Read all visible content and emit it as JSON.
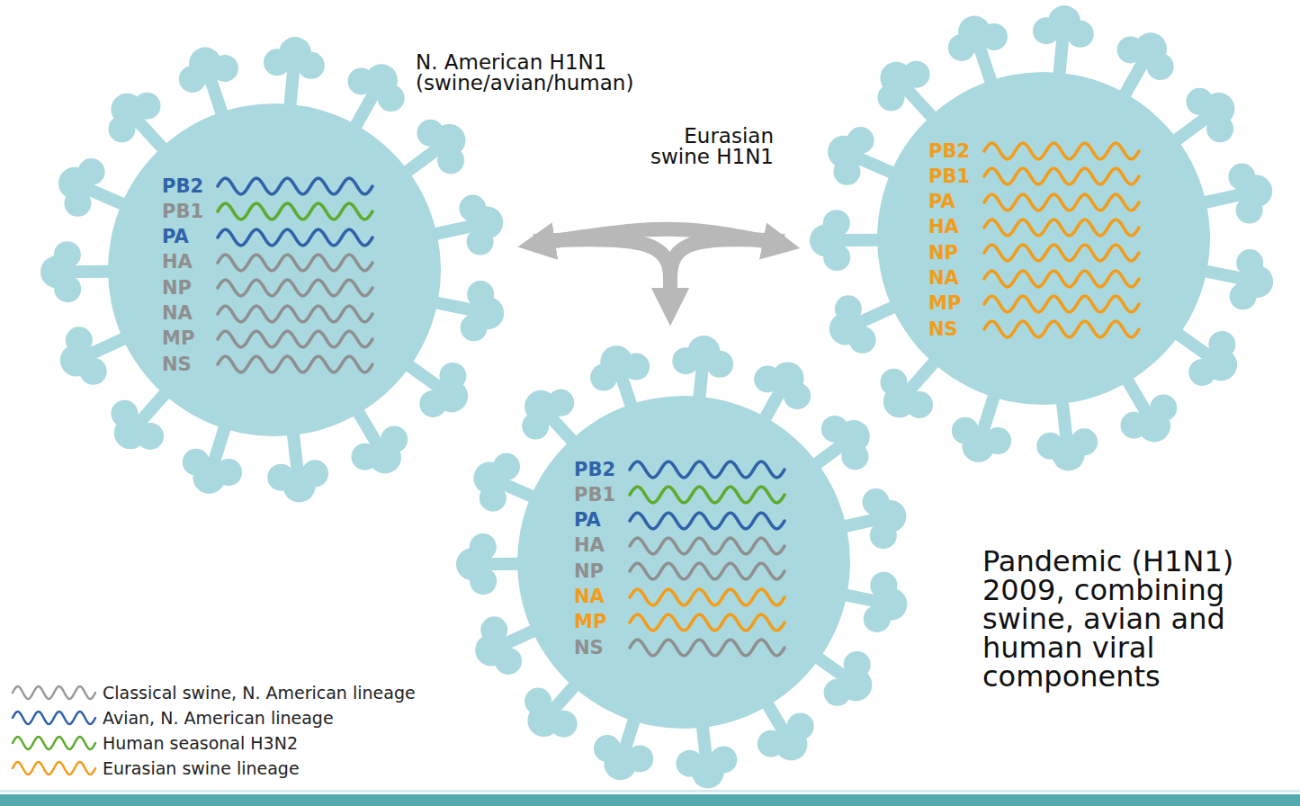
{
  "diagram": {
    "nodes": [
      {
        "text": [
          "N. American H1N1 (swine/avian/human)",
          "PB2",
          "PB1",
          "PA",
          "HA",
          "NP",
          "NA",
          "MP",
          "NS"
        ]
      },
      {
        "text": [
          "Eurasian swine H1N1",
          "PB2",
          "PB1",
          "PA",
          "HA",
          "NP",
          "NA",
          "MP",
          "NS"
        ]
      },
      {
        "text": [
          "Pandemic (H1N1) 2009, combining swine, avian and human viral components",
          "PB2",
          "PB1",
          "PA",
          "HA",
          "NP",
          "NA",
          "MP",
          "NS"
        ]
      }
    ],
    "edges": [
      {
        "from": 0,
        "to": 1,
        "arrow": "both"
      },
      {
        "from": 0,
        "to": 2,
        "arrow": "to"
      },
      {
        "from": 1,
        "to": 2,
        "arrow": "to"
      }
    ],
    "legend": [
      {
        "text": "Classical swine, N. American lineage"
      },
      {
        "text": "Avian, N. American lineage"
      },
      {
        "text": "Human seasonal H3N2"
      },
      {
        "text": "Eurasian swine lineage"
      }
    ]
  }
}
